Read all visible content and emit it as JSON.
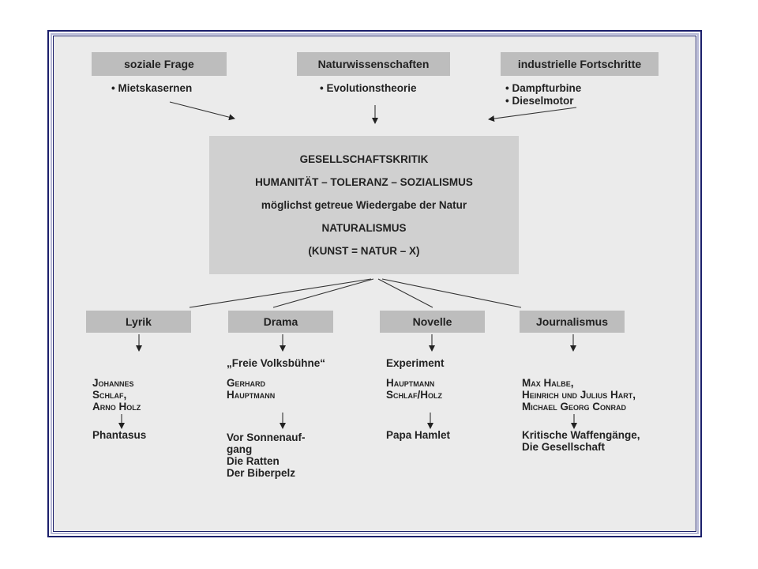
{
  "top_boxes": [
    {
      "label": "soziale Frage",
      "items": [
        "• Mietskasernen"
      ]
    },
    {
      "label": "Naturwissenschaften",
      "items": [
        "• Evolutionstheorie"
      ]
    },
    {
      "label": "industrielle Fortschritte",
      "items": [
        "• Dampfturbine",
        "• Dieselmotor"
      ]
    }
  ],
  "center": {
    "lines": [
      "GESELLSCHAFTSKRITIK",
      "HUMANITÄT – TOLERANZ – SOZIALISMUS",
      "möglichst getreue Wiedergabe der Natur",
      "NATURALISMUS",
      "(KUNST = NATUR – X)"
    ]
  },
  "branches": [
    {
      "label": "Lyrik",
      "subtitle": "",
      "authors": "Johannes\nSchlaf,\nArno Holz",
      "works": "Phantasus"
    },
    {
      "label": "Drama",
      "subtitle": "„Freie Volksbühne“",
      "authors": "Gerhard\nHauptmann",
      "works": "Vor Sonnenauf-\ngang\nDie Ratten\nDer Biberpelz"
    },
    {
      "label": "Novelle",
      "subtitle": "Experiment",
      "authors": "Hauptmann\nSchlaf/Holz",
      "works": "Papa Hamlet"
    },
    {
      "label": "Journalismus",
      "subtitle": "",
      "authors": "Max Halbe,\nHeinrich und Julius Hart,\nMichael Georg Conrad",
      "works": "Kritische Waffengänge,\nDie Gesellschaft"
    }
  ]
}
